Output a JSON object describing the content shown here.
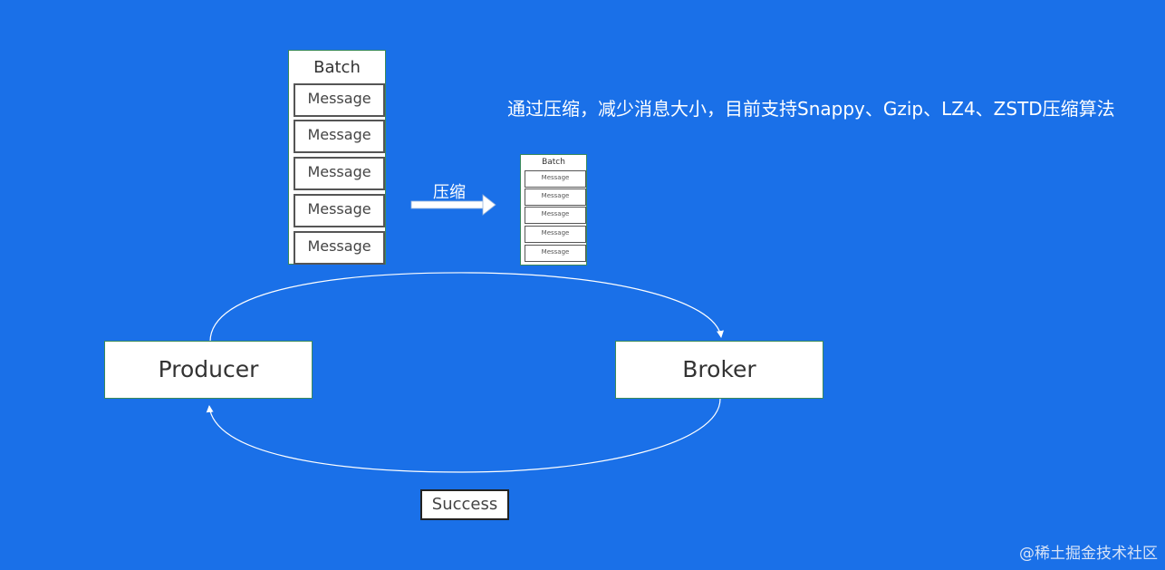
{
  "batch_large": {
    "title": "Batch",
    "messages": [
      "Message",
      "Message",
      "Message",
      "Message",
      "Message"
    ]
  },
  "batch_small": {
    "title": "Batch",
    "messages": [
      "Message",
      "Message",
      "Message",
      "Message",
      "Message"
    ]
  },
  "compress_label": "压缩",
  "annotation": "通过压缩，减少消息大小，目前支持Snappy、Gzip、LZ4、ZSTD压缩算法",
  "producer_label": "Producer",
  "broker_label": "Broker",
  "success_label": "Success",
  "watermark": "@稀土掘金技术社区",
  "colors": {
    "background": "#1a70e8",
    "box_fill": "#ffffff",
    "box_border": "#3a8a5a",
    "line": "#ffffff"
  }
}
